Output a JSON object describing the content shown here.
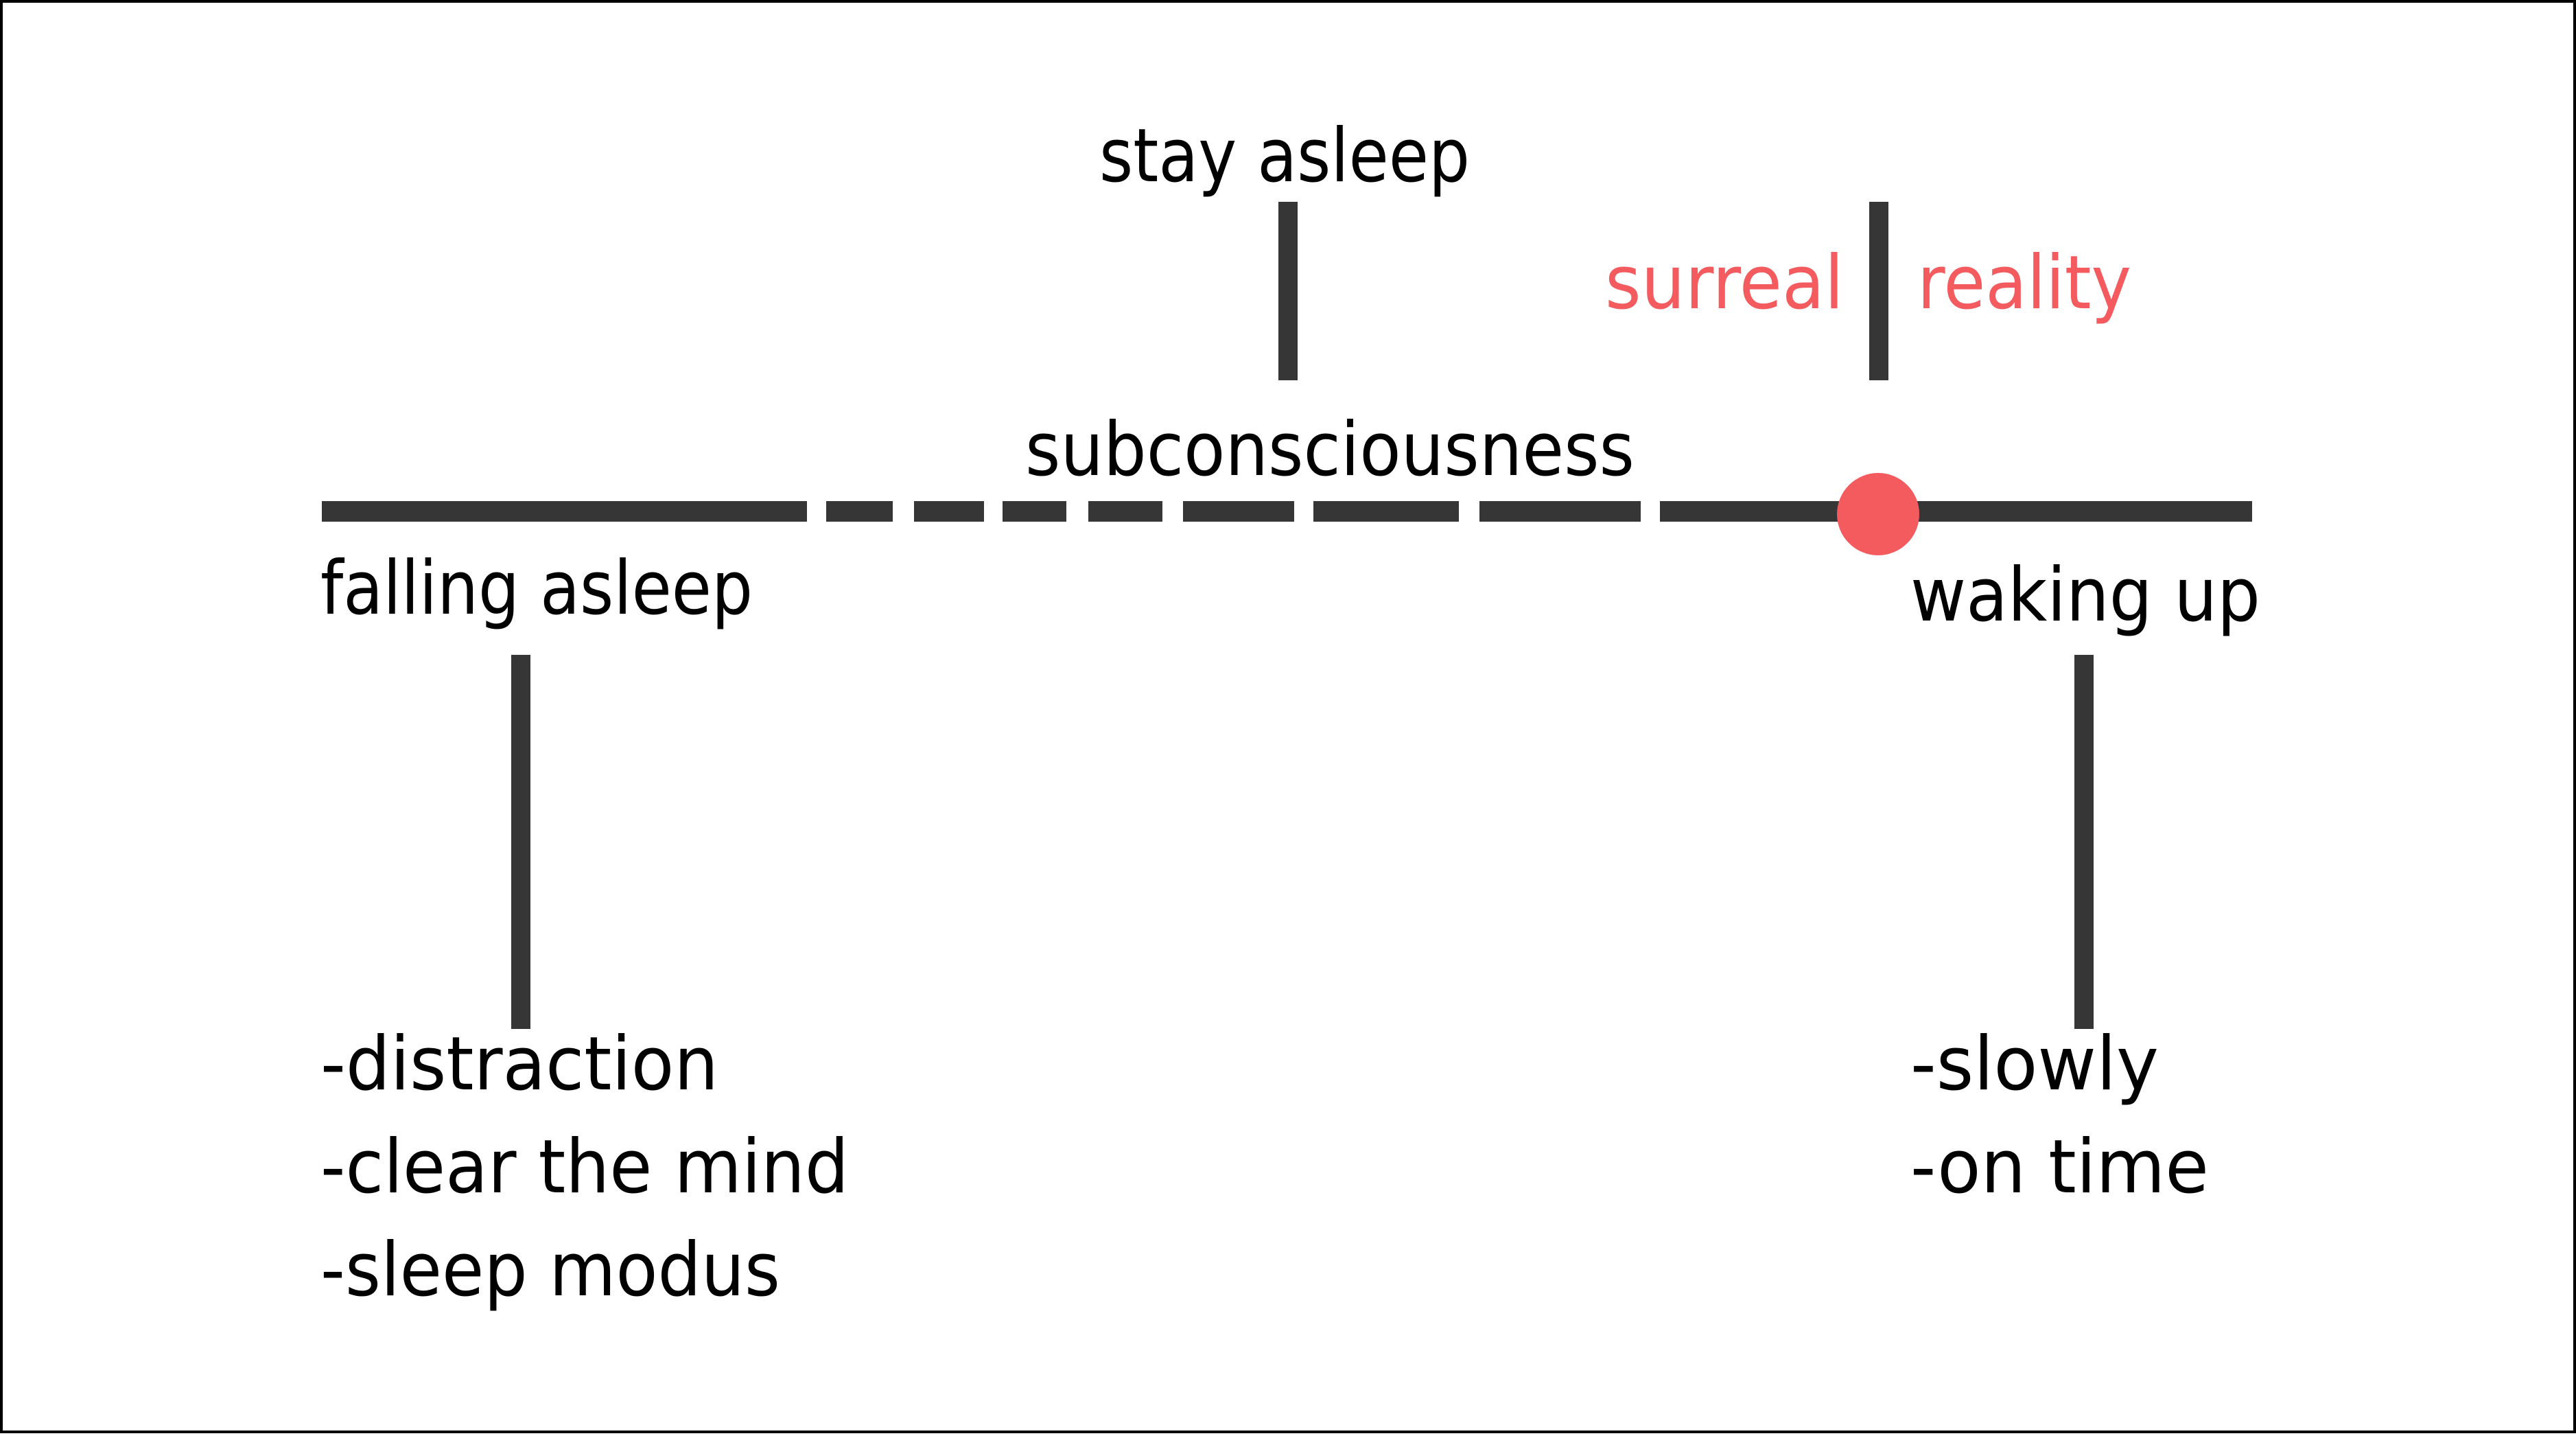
{
  "colors": {
    "line": "#363636",
    "accent": "#f45b5f",
    "text": "#000000",
    "background": "#ffffff"
  },
  "timeline": {
    "center_label": "subconsciousness",
    "start_label": "falling asleep",
    "end_label": "waking up"
  },
  "stay_asleep": {
    "label": "stay asleep"
  },
  "transition": {
    "left_label": "surreal",
    "right_label": "reality"
  },
  "falling_asleep_notes": [
    "-distraction",
    "-clear the mind",
    "-sleep modus"
  ],
  "waking_up_notes": [
    "-slowly",
    "-on time"
  ]
}
